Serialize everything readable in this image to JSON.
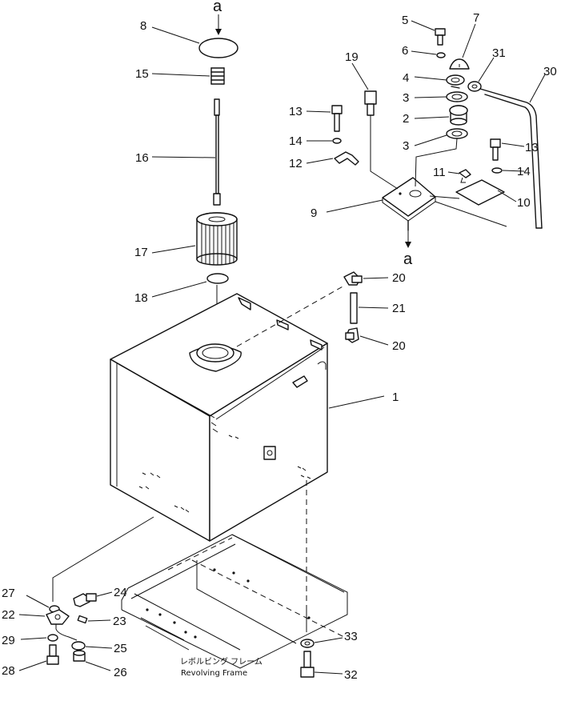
{
  "flow_markers": {
    "top": "a",
    "cover": "a"
  },
  "callouts": {
    "c1": "1",
    "c2": "2",
    "c3a": "3",
    "c3b": "3",
    "c4": "4",
    "c5": "5",
    "c6": "6",
    "c7": "7",
    "c8": "8",
    "c9": "9",
    "c10": "10",
    "c11": "11",
    "c12": "12",
    "c13a": "13",
    "c13b": "13",
    "c14a": "14",
    "c14b": "14",
    "c15": "15",
    "c16": "16",
    "c17": "17",
    "c18": "18",
    "c19": "19",
    "c20a": "20",
    "c20b": "20",
    "c21": "21",
    "c22": "22",
    "c23": "23",
    "c24": "24",
    "c25": "25",
    "c26": "26",
    "c27": "27",
    "c28": "28",
    "c29": "29",
    "c30": "30",
    "c31": "31",
    "c32": "32",
    "c33": "33"
  },
  "frame_label": {
    "jp": "レボルビング フレーム",
    "en": "Revolving Frame"
  }
}
